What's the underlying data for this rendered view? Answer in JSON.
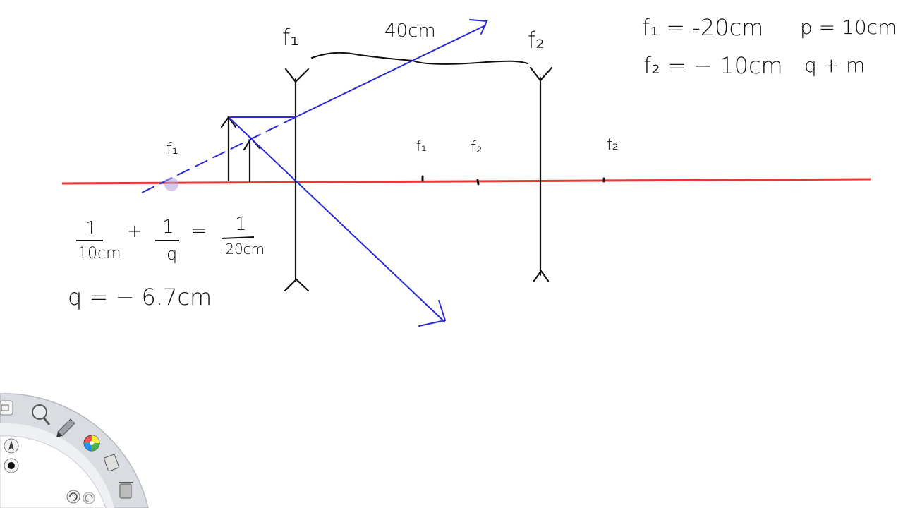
{
  "labels": {
    "lens1_top": "f₁",
    "lens2_top": "f₂",
    "separation": "40cm",
    "f1_left": "f₁",
    "f1_right": "f₁",
    "f2_mid": "f₂",
    "f2_right": "f₂"
  },
  "given": {
    "line1_a": "f₁ = -20cm",
    "line1_b": "p = 10cm",
    "line2_a": "f₂ = − 10cm",
    "line2_b": "q + m"
  },
  "equation": {
    "t1_num": "1",
    "t1_den": "10cm",
    "plus": "+",
    "t2_num": "1",
    "t2_den": "q",
    "equals": "=",
    "t3_num": "1",
    "t3_den": "-20cm",
    "result": "q = − 6.7cm"
  },
  "colors": {
    "axis": "#e53935",
    "ray": "#2a2ad6",
    "ink": "#111111",
    "marker": "#b39ddb"
  },
  "tools": {
    "icons": [
      "select-icon",
      "zoom-icon",
      "pen-icon",
      "color-wheel-icon",
      "eraser-icon",
      "trash-icon",
      "pointer-icon",
      "dot-icon",
      "undo-icon",
      "redo-icon"
    ]
  }
}
